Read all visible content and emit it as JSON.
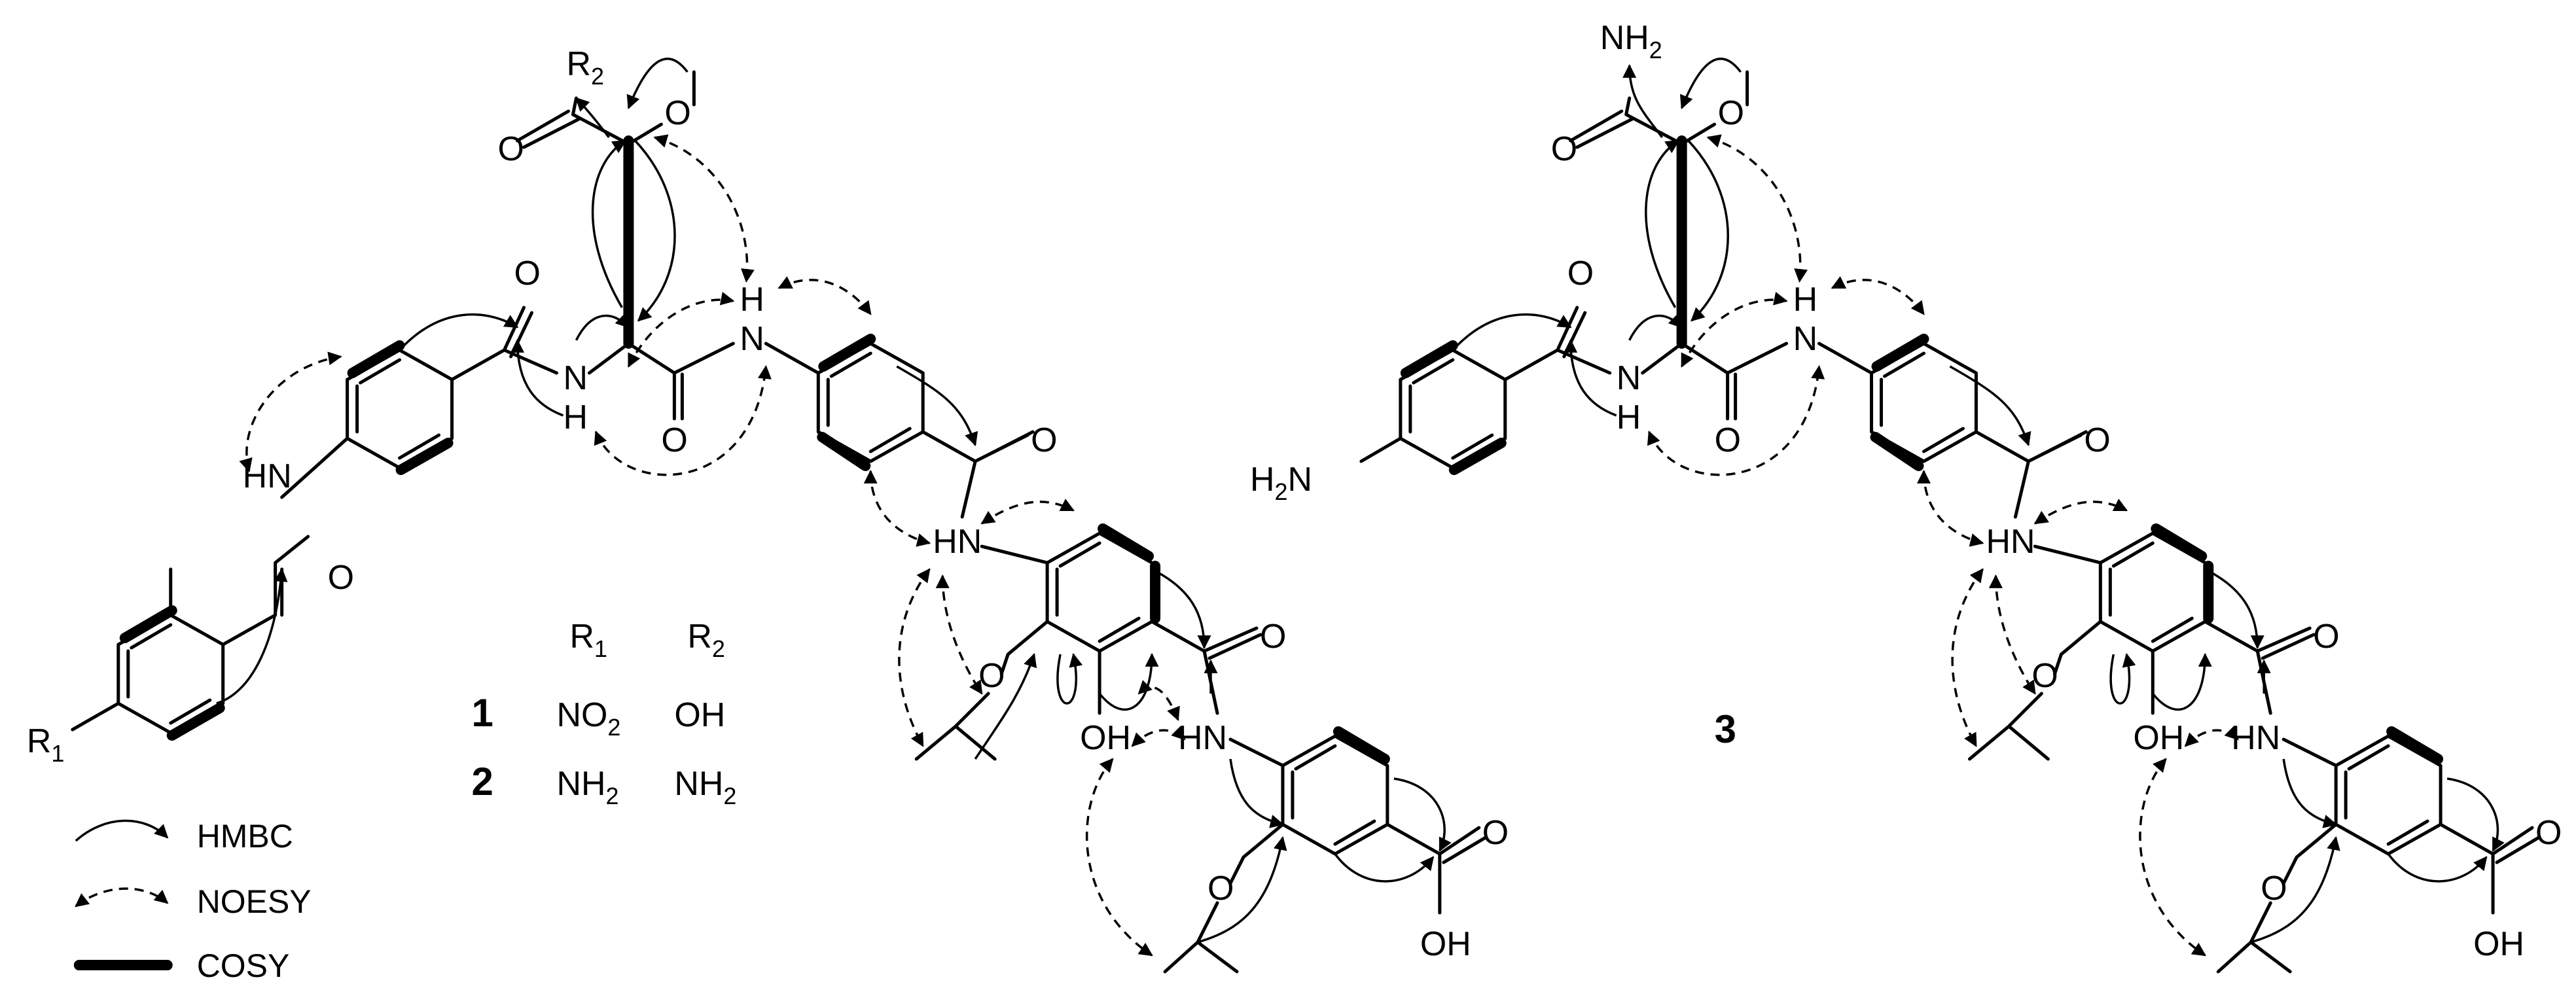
{
  "structure_1_2": {
    "atoms": {
      "r2": "R",
      "r2_sub": "2",
      "o_carbonyl_top": "O",
      "o_ether_top": "O",
      "o_amide_1": "O",
      "nh_amide_1_n": "N",
      "nh_amide_1_h": "H",
      "o_amide_2": "O",
      "nh_amide_2_h": "H",
      "nh_amide_2_n": "N",
      "hn_aniline": "HN",
      "o_amide_3": "O",
      "r1": "R",
      "r1_sub": "1",
      "o_amide_4": "O",
      "hn_mid": "HN",
      "o_ether_mid": "O",
      "oh_mid": "OH",
      "o_amide_5": "O",
      "hn_bottom": "HN",
      "o_ether_bottom": "O",
      "o_acid": "O",
      "oh_acid": "OH"
    },
    "table": {
      "header_r1": "R",
      "header_r1_sub": "1",
      "header_r2": "R",
      "header_r2_sub": "2",
      "row1_label": "1",
      "row1_r1": "NO",
      "row1_r1_sub": "2",
      "row1_r2": "OH",
      "row2_label": "2",
      "row2_r1": "NH",
      "row2_r1_sub": "2",
      "row2_r2": "NH",
      "row2_r2_sub": "2"
    }
  },
  "structure_3": {
    "label": "3",
    "atoms": {
      "nh2_top": "NH",
      "nh2_top_sub": "2",
      "o_carbonyl_top": "O",
      "o_ether_top": "O",
      "o_amide_1": "O",
      "nh_amide_1_n": "N",
      "nh_amide_1_h": "H",
      "o_amide_2": "O",
      "nh_amide_2_h": "H",
      "nh_amide_2_n": "N",
      "h2n_left": "H",
      "h2n_left_sub": "2",
      "h2n_left_n": "N",
      "o_amide_4": "O",
      "hn_mid": "HN",
      "o_ether_mid": "O",
      "oh_mid": "OH",
      "o_amide_5": "O",
      "hn_bottom": "HN",
      "o_ether_bottom": "O",
      "o_acid": "O",
      "oh_acid": "OH"
    }
  },
  "legend": {
    "hmbc": "HMBC",
    "noesy": "NOESY",
    "cosy": "COSY"
  },
  "colors": {
    "ink": "#000000",
    "background": "#ffffff"
  }
}
